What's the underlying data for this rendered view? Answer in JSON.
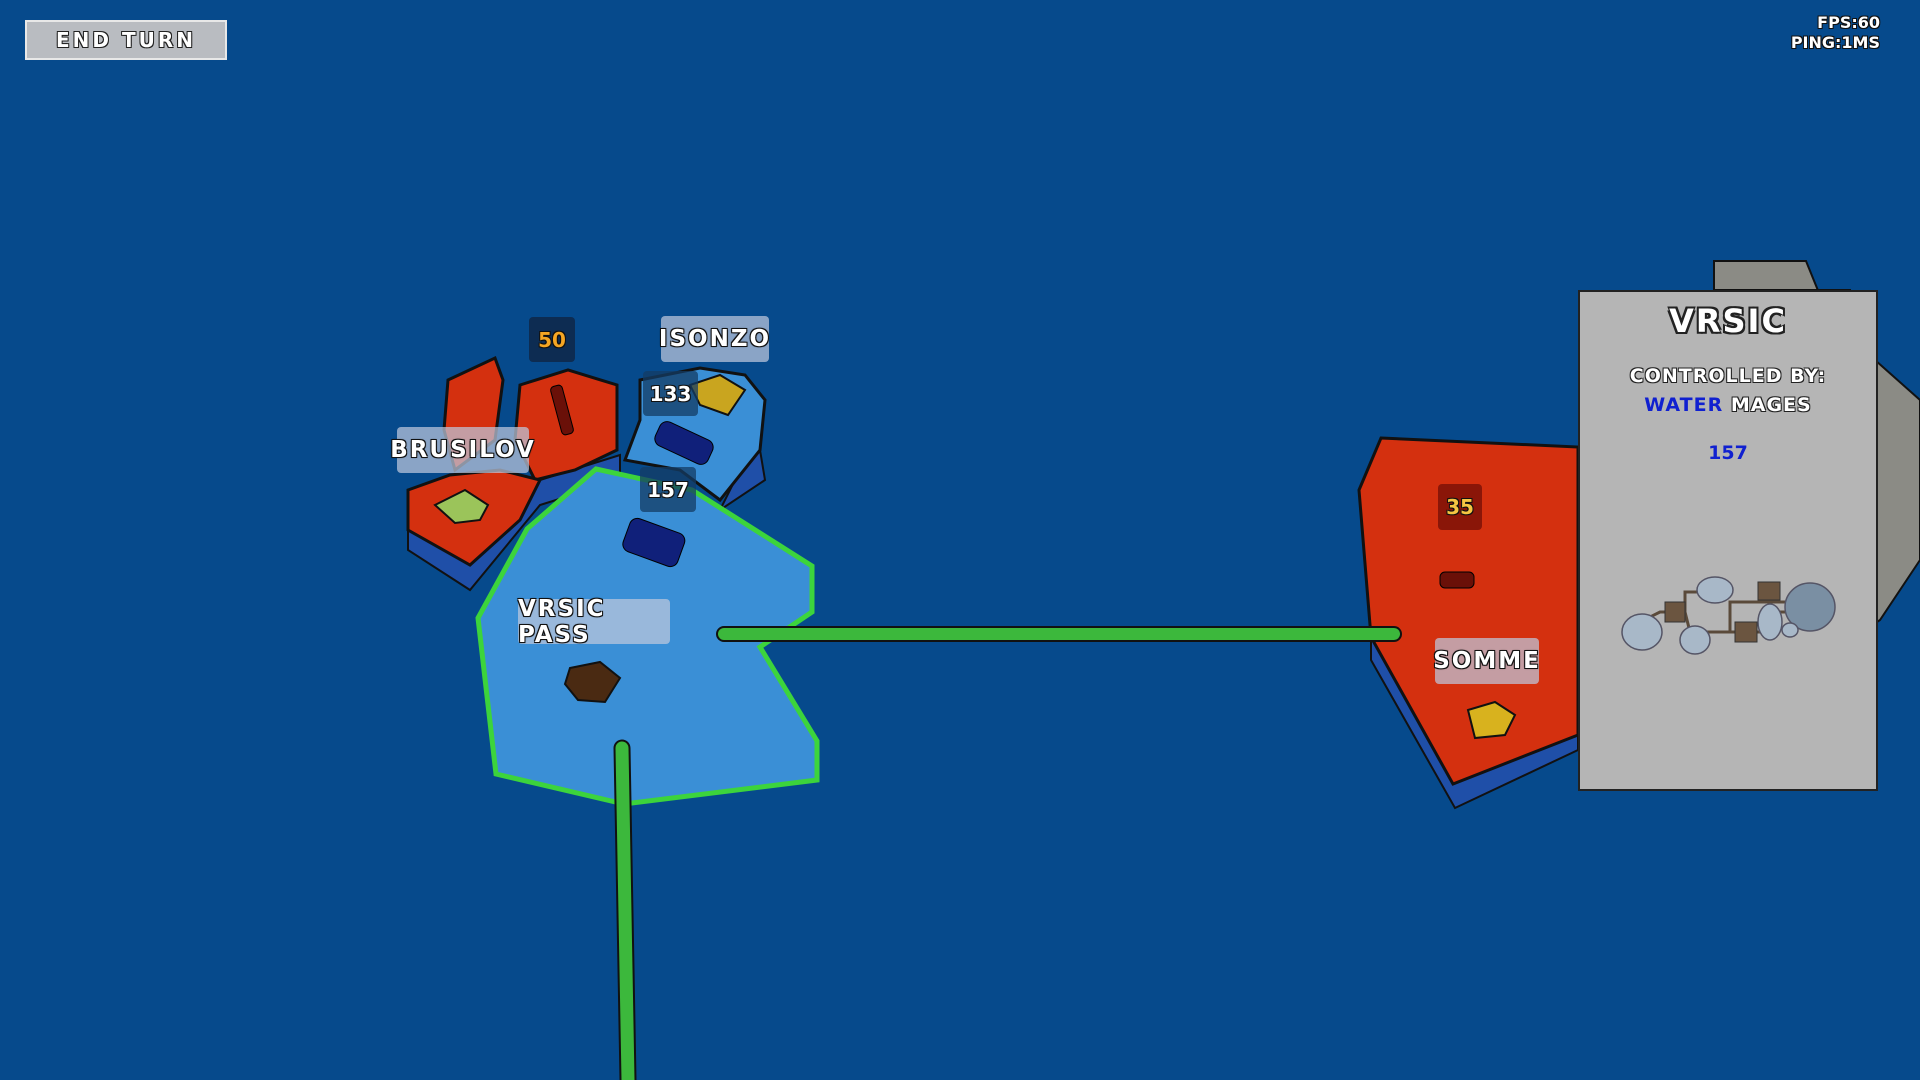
{
  "hud": {
    "end_turn_label": "END TURN",
    "fps_text": "FPS:60",
    "ping_text": "PING:1MS"
  },
  "territories": [
    {
      "name": "ISONZO",
      "troops": "133",
      "owner_color": "#3a8fd6"
    },
    {
      "name": "BRUSILOV",
      "troops": "50",
      "owner_color": "#d4300f"
    },
    {
      "name": "VRSIC PASS",
      "troops": "157",
      "owner_color": "#3a8fd6",
      "selected": true
    },
    {
      "name": "SOMME",
      "troops": "35",
      "owner_color": "#d4300f"
    }
  ],
  "info_panel": {
    "title": "VRSIC",
    "controlled_by_label": "CONTROLLED BY:",
    "faction_first": "WATER",
    "faction_second": "MAGES",
    "troops": "157",
    "faction_color": "#1020d0"
  },
  "colors": {
    "ocean": "#064a8c",
    "water_team": "#3a8fd6",
    "fire_team": "#d4300f",
    "road": "#3cb83c"
  }
}
